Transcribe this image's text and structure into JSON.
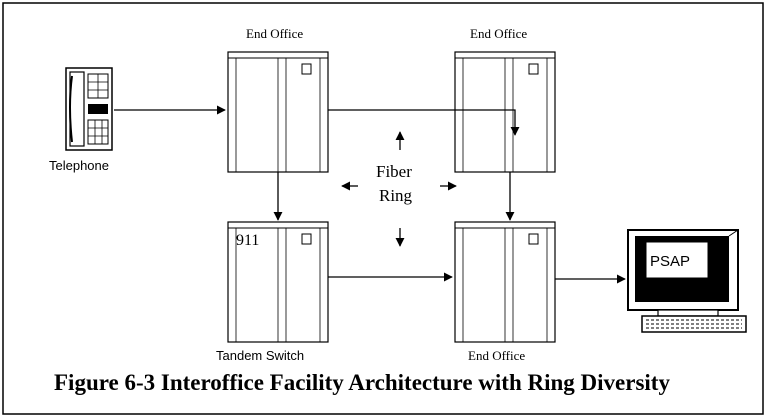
{
  "figure": {
    "caption": "Figure 6-3 Interoffice Facility Architecture with Ring Diversity"
  },
  "nodes": {
    "end_office_top_left": {
      "label": "End Office"
    },
    "end_office_top_right": {
      "label": "End Office"
    },
    "end_office_bottom_right": {
      "label": "End Office"
    },
    "tandem_switch": {
      "label": "Tandem Switch",
      "marker": "911"
    },
    "telephone": {
      "label": "Telephone",
      "icon": "telephone-icon"
    },
    "psap": {
      "label": "PSAP",
      "icon": "computer-terminal-icon"
    }
  },
  "ring": {
    "line1": "Fiber",
    "line2": "Ring"
  },
  "connections": [
    {
      "from": "telephone",
      "to": "end_office_top_left"
    },
    {
      "from": "end_office_top_left",
      "to": "end_office_top_right"
    },
    {
      "from": "end_office_top_left",
      "to": "tandem_switch"
    },
    {
      "from": "end_office_top_right",
      "to": "end_office_bottom_right"
    },
    {
      "from": "tandem_switch",
      "to": "end_office_bottom_right"
    },
    {
      "from": "end_office_bottom_right",
      "to": "psap"
    }
  ]
}
